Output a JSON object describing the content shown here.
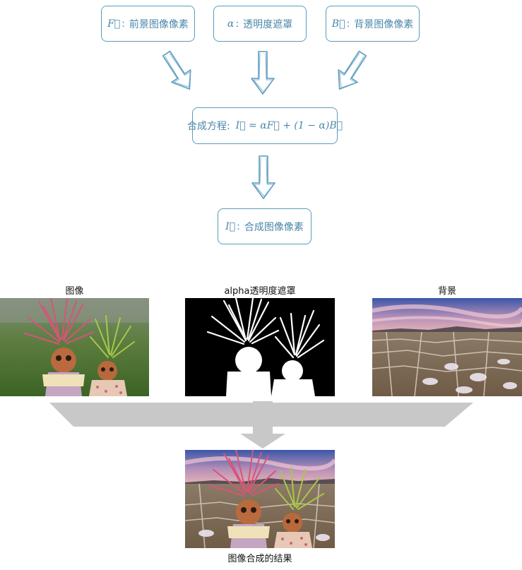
{
  "top_flow": {
    "box_f": {
      "symbol": "F⃗",
      "sep": ":",
      "text": "前景图像像素"
    },
    "box_alpha": {
      "symbol": "α",
      "sep": ":",
      "text": "透明度遮罩"
    },
    "box_b": {
      "symbol": "B⃗",
      "sep": ":",
      "text": "背景图像像素"
    },
    "equation_box": {
      "prefix": "合成方程:",
      "formula": "I⃗ = αF⃗ + (1 − α)B⃗"
    },
    "result_box": {
      "symbol": "I⃗",
      "sep": ":",
      "text": "合成图像像素"
    }
  },
  "bottom_flow": {
    "image_caption": "图像",
    "alpha_caption": "alpha透明度遮罩",
    "background_caption": "背景",
    "result_caption": "图像合成的结果"
  },
  "colors": {
    "box_border": "#5b9bbd",
    "box_text": "#4a87aa",
    "arrow_stroke": "#5b9bbd",
    "funnel_fill": "#c8c8c8"
  }
}
